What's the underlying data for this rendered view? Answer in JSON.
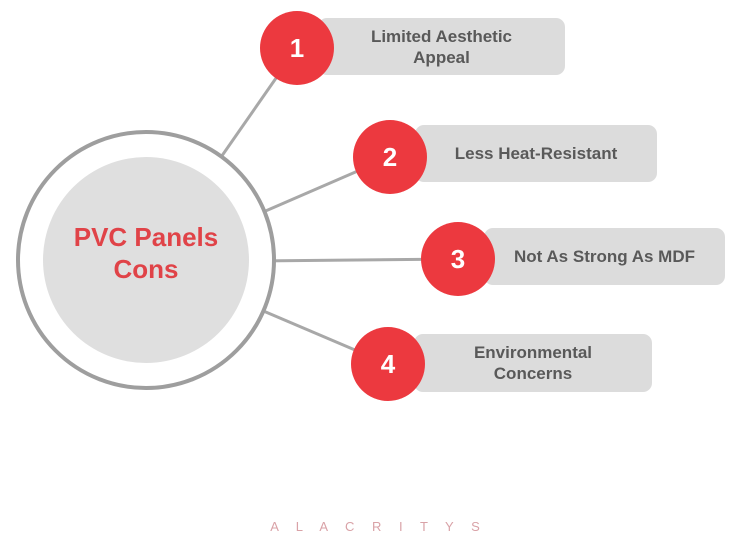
{
  "center": {
    "title": "PVC Panels Cons"
  },
  "items": [
    {
      "number": "1",
      "label": "Limited Aesthetic Appeal"
    },
    {
      "number": "2",
      "label": "Less Heat-Resistant"
    },
    {
      "number": "3",
      "label": "Not As Strong As MDF"
    },
    {
      "number": "4",
      "label": "Environmental Concerns"
    }
  ],
  "footer": {
    "brand": "A L A C R I T Y S"
  },
  "colors": {
    "badge_red": "#ec393f",
    "center_title_red": "#e04348",
    "card_gray": "#dcdcdc",
    "card_text_gray": "#595959",
    "ring_gray": "#9e9e9e",
    "inner_circle_gray": "#dfdfdf",
    "connector_gray": "#a8a8a8",
    "brand_pink": "#d9a2a7",
    "background": "#ffffff"
  }
}
